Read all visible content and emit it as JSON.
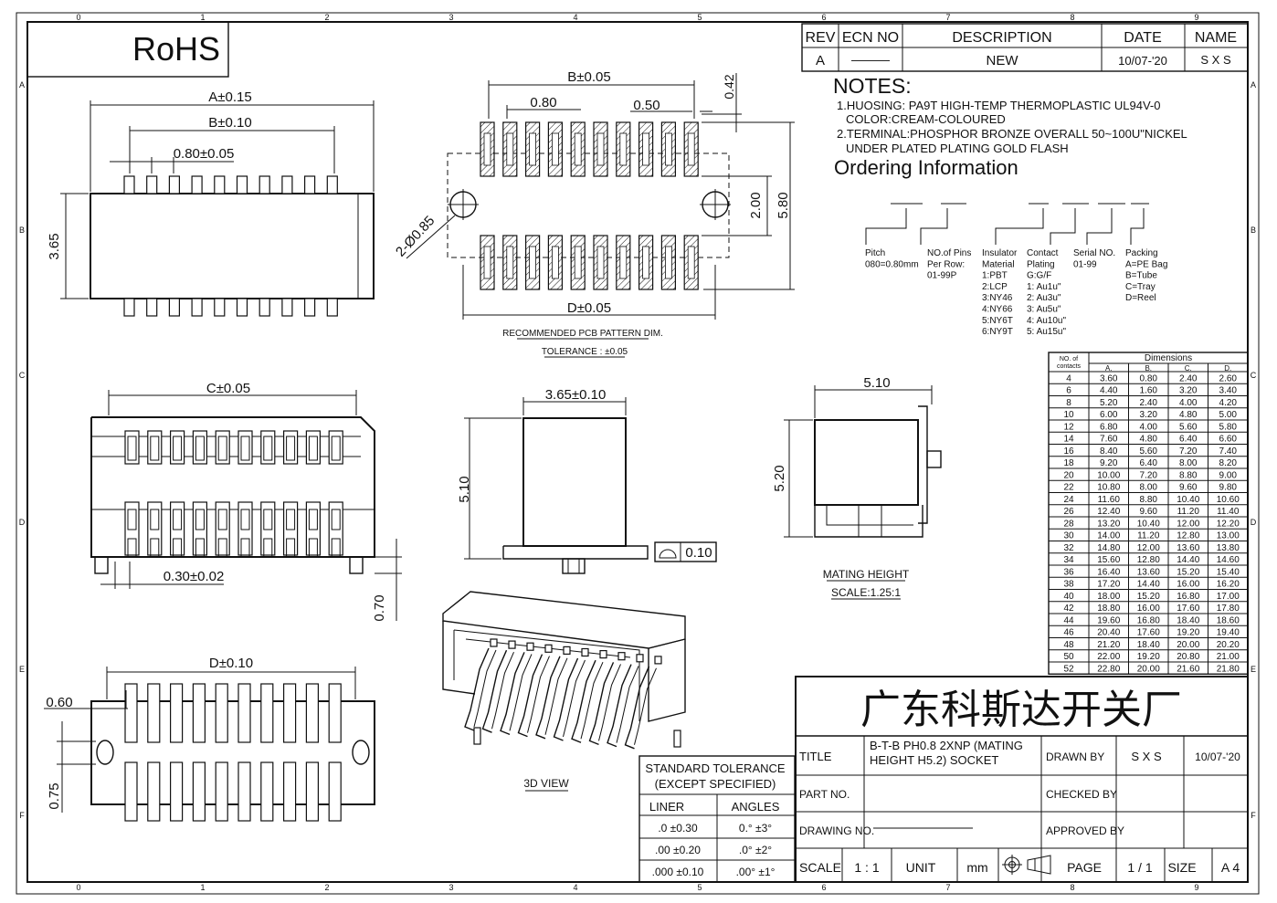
{
  "grid": {
    "cols": [
      "0",
      "1",
      "2",
      "3",
      "4",
      "5",
      "6",
      "7",
      "8",
      "9"
    ],
    "rows": [
      "A",
      "B",
      "C",
      "D",
      "E",
      "F"
    ]
  },
  "rohs": "RoHS",
  "revision": {
    "headers": [
      "REV",
      "ECN NO",
      "DESCRIPTION",
      "DATE",
      "NAME"
    ],
    "row": [
      "A",
      "———",
      "NEW",
      "10/07-'20",
      "S X S"
    ]
  },
  "notes": {
    "title": "NOTES:",
    "lines": [
      "1.HUOSING: PA9T HIGH-TEMP THERMOPLASTIC UL94V-0",
      "COLOR:CREAM-COLOURED",
      "2.TERMINAL:PHOSPHOR BRONZE OVERALL 50~100U\"NICKEL",
      "UNDER PLATED PLATING GOLD FLASH"
    ]
  },
  "ordering": {
    "title": "Ordering Information",
    "groups": [
      {
        "lines": [
          "Pitch",
          "080=0.80mm"
        ]
      },
      {
        "lines": [
          "NO.of Pins",
          "Per Row:",
          "01-99P"
        ]
      },
      {
        "lines": [
          "Insulator",
          "Material",
          "1:PBT",
          "2:LCP",
          "3:NY46",
          "4:NY66",
          "5:NY6T",
          "6:NY9T"
        ]
      },
      {
        "lines": [
          "Contact",
          "Plating",
          "G:G/F",
          "1: Au1u\"",
          "2: Au3u\"",
          "3: Au5u\"",
          "4: Au10u\"",
          "5: Au15u\""
        ]
      },
      {
        "lines": [
          "Serial NO.",
          "01-99"
        ]
      },
      {
        "lines": [
          "Packing",
          "A=PE Bag",
          "B=Tube",
          "C=Tray",
          "D=Reel"
        ]
      }
    ]
  },
  "dim_table": {
    "col0_header": "NO. of contacts",
    "group_header": "Dimensions",
    "headers": [
      "A.",
      "B.",
      "C.",
      "D."
    ],
    "rows": [
      [
        "4",
        "3.60",
        "0.80",
        "2.40",
        "2.60"
      ],
      [
        "6",
        "4.40",
        "1.60",
        "3.20",
        "3.40"
      ],
      [
        "8",
        "5.20",
        "2.40",
        "4.00",
        "4.20"
      ],
      [
        "10",
        "6.00",
        "3.20",
        "4.80",
        "5.00"
      ],
      [
        "12",
        "6.80",
        "4.00",
        "5.60",
        "5.80"
      ],
      [
        "14",
        "7.60",
        "4.80",
        "6.40",
        "6.60"
      ],
      [
        "16",
        "8.40",
        "5.60",
        "7.20",
        "7.40"
      ],
      [
        "18",
        "9.20",
        "6.40",
        "8.00",
        "8.20"
      ],
      [
        "20",
        "10.00",
        "7.20",
        "8.80",
        "9.00"
      ],
      [
        "22",
        "10.80",
        "8.00",
        "9.60",
        "9.80"
      ],
      [
        "24",
        "11.60",
        "8.80",
        "10.40",
        "10.60"
      ],
      [
        "26",
        "12.40",
        "9.60",
        "11.20",
        "11.40"
      ],
      [
        "28",
        "13.20",
        "10.40",
        "12.00",
        "12.20"
      ],
      [
        "30",
        "14.00",
        "11.20",
        "12.80",
        "13.00"
      ],
      [
        "32",
        "14.80",
        "12.00",
        "13.60",
        "13.80"
      ],
      [
        "34",
        "15.60",
        "12.80",
        "14.40",
        "14.60"
      ],
      [
        "36",
        "16.40",
        "13.60",
        "15.20",
        "15.40"
      ],
      [
        "38",
        "17.20",
        "14.40",
        "16.00",
        "16.20"
      ],
      [
        "40",
        "18.00",
        "15.20",
        "16.80",
        "17.00"
      ],
      [
        "42",
        "18.80",
        "16.00",
        "17.60",
        "17.80"
      ],
      [
        "44",
        "19.60",
        "16.80",
        "18.40",
        "18.60"
      ],
      [
        "46",
        "20.40",
        "17.60",
        "19.20",
        "19.40"
      ],
      [
        "48",
        "21.20",
        "18.40",
        "20.00",
        "20.20"
      ],
      [
        "50",
        "22.00",
        "19.20",
        "20.80",
        "21.00"
      ],
      [
        "52",
        "22.80",
        "20.00",
        "21.60",
        "21.80"
      ]
    ]
  },
  "dims": {
    "top_a": "A±0.15",
    "top_b": "B±0.10",
    "top_pitch": "0.80±0.05",
    "top_h": "3.65",
    "pcb_b": "B±0.05",
    "pcb_080": "0.80",
    "pcb_050": "0.50",
    "pcb_042": "0.42",
    "pcb_200": "2.00",
    "pcb_580": "5.80",
    "pcb_hole": "2-Ø0.85",
    "pcb_d": "D±0.05",
    "pcb_title": "RECOMMENDED PCB PATTERN DIM.",
    "pcb_tol": "TOLERANCE : ±0.05",
    "front_c": "C±0.05",
    "front_030": "0.30±0.02",
    "front_070": "0.70",
    "side_w": "3.65±0.10",
    "side_h": "5.10",
    "flatness": "0.10",
    "mate_w": "5.10",
    "mate_h": "5.20",
    "mate_title": "MATING HEIGHT",
    "mate_scale": "SCALE:1.25:1",
    "bot_d": "D±0.10",
    "bot_060": "0.60",
    "bot_075": "0.75",
    "view3d": "3D VIEW"
  },
  "tolerance": {
    "title1": "STANDARD TOLERANCE",
    "title2": "(EXCEPT SPECIFIED)",
    "h_liner": "LINER",
    "h_angles": "ANGLES",
    "rows": [
      [
        ".0  ±0.30",
        "0.°  ±3°"
      ],
      [
        ".00  ±0.20",
        ".0°  ±2°"
      ],
      [
        ".000 ±0.10",
        ".00° ±1°"
      ]
    ]
  },
  "title_block": {
    "company": "广东科斯达开关厂",
    "title_label": "TITLE",
    "title_value1": "B-T-B PH0.8 2XNP (MATING",
    "title_value2": "HEIGHT H5.2) SOCKET",
    "drawn_by_label": "DRAWN BY",
    "drawn_by": "S X S",
    "drawn_date": "10/07-'20",
    "part_no_label": "PART NO.",
    "checked_by_label": "CHECKED BY",
    "drawing_no_label": "DRAWING NO.",
    "approved_by_label": "APPROVED BY",
    "scale_label": "SCALE",
    "scale": "1 : 1",
    "unit_label": "UNIT",
    "unit": "mm",
    "page_label": "PAGE",
    "page": "1 / 1",
    "size_label": "SIZE",
    "size": "A 4"
  }
}
